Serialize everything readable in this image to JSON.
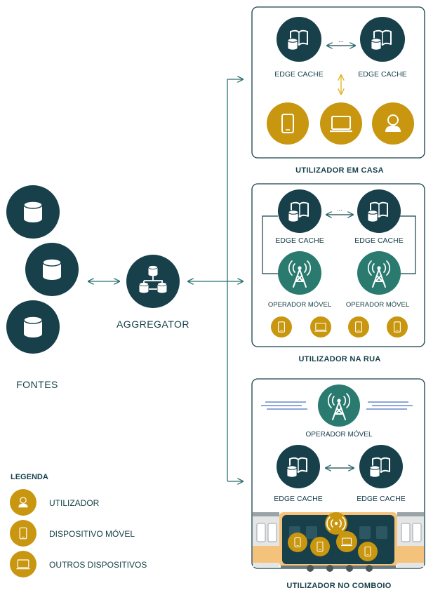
{
  "colors": {
    "dark_teal": "#17404a",
    "green_teal": "#2a7a70",
    "gold": "#c9960f",
    "line": "#2a6f70",
    "train_yellow": "#f4c27a",
    "train_gray": "#9aa3a6",
    "panel_border": "#17404a"
  },
  "sources": {
    "label": "FONTES",
    "icons": [
      "database-icon",
      "database-icon",
      "database-icon"
    ]
  },
  "aggregator": {
    "label": "AGGREGATOR",
    "icon": "network-databases-icon"
  },
  "home": {
    "title": "UTILIZADOR EM CASA",
    "cache_left": "EDGE CACHE",
    "cache_right": "EDGE CACHE",
    "dots": "...",
    "devices": [
      "smartphone-icon",
      "laptop-icon",
      "user-icon"
    ]
  },
  "street": {
    "title": "UTILIZADOR NA RUA",
    "cache_left": "EDGE CACHE",
    "cache_right": "EDGE CACHE",
    "dots": "...",
    "operator_left": "OPERADOR MÓVEL",
    "operator_right": "OPERADOR MÓVEL",
    "devices": [
      "smartphone-icon",
      "laptop-icon",
      "smartphone-icon",
      "smartphone-icon"
    ]
  },
  "train": {
    "title": "UTILIZADOR NO COMBOIO",
    "operator": "OPERADOR MÓVEL",
    "cache_left": "EDGE CACHE",
    "cache_right": "EDGE CACHE"
  },
  "legend": {
    "title": "LEGENDA",
    "items": [
      {
        "icon": "user-icon",
        "label": "UTILIZADOR"
      },
      {
        "icon": "smartphone-icon",
        "label": "DISPOSITIVO MÓVEL"
      },
      {
        "icon": "laptop-icon",
        "label": "OUTROS DISPOSITIVOS"
      }
    ]
  }
}
